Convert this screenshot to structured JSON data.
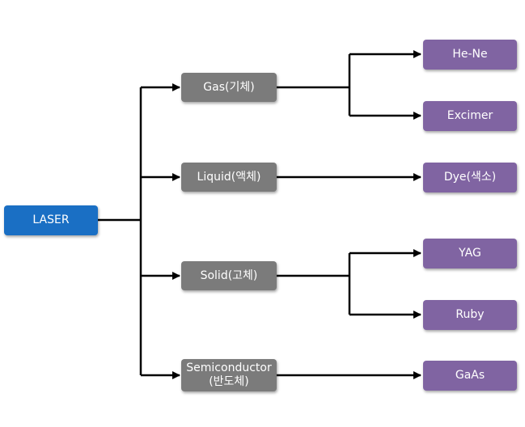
{
  "diagram": {
    "root": {
      "label": "LASER"
    },
    "categories": [
      {
        "label": "Gas(기체)",
        "children": [
          "He-Ne",
          "Excimer"
        ]
      },
      {
        "label": "Liquid(액체)",
        "children": [
          "Dye(색소)"
        ]
      },
      {
        "label": "Solid(고체)",
        "children": [
          "YAG",
          "Ruby"
        ]
      },
      {
        "label_lines": [
          "Semiconductor",
          "(반도체)"
        ],
        "children": [
          "GaAs"
        ]
      }
    ],
    "colors": {
      "root": "#1a6fc4",
      "category": "#7b7b7b",
      "leaf": "#8064a2",
      "connector": "#000000"
    }
  }
}
